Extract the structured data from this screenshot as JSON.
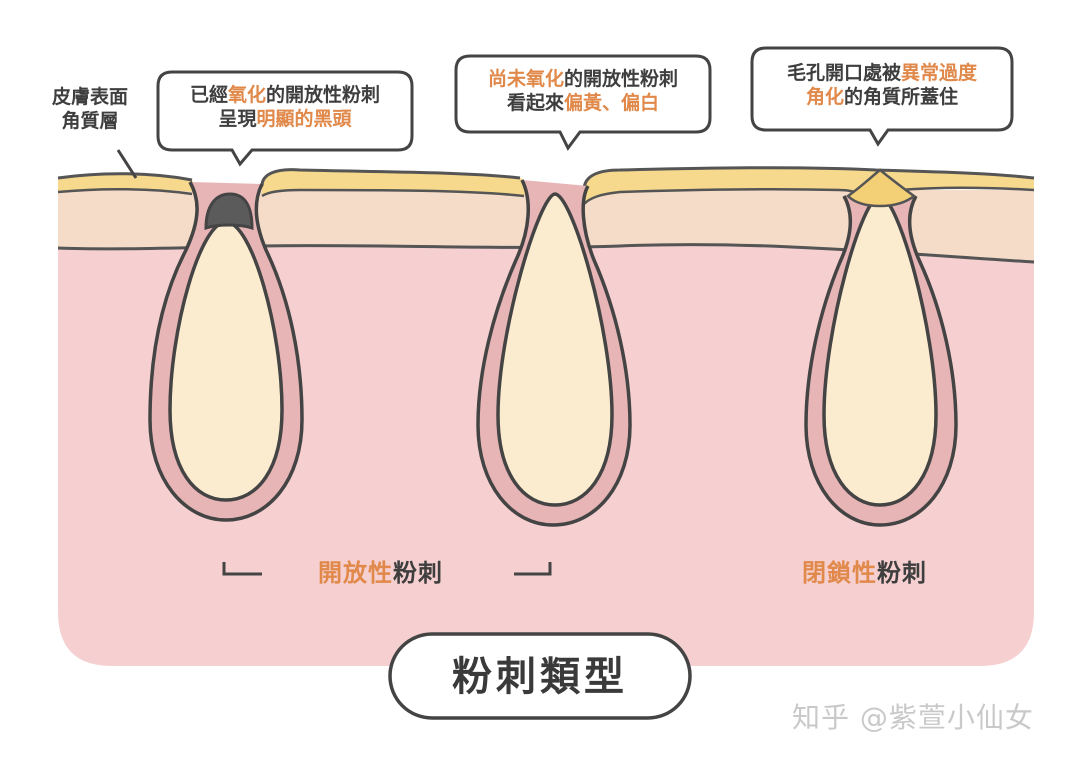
{
  "skin_surface_label": {
    "line1": "皮膚表面",
    "line2": "角質層"
  },
  "bubble_oxidized": {
    "l1_a": "已經",
    "l1_b": "氧化",
    "l1_c": "的開放性粉刺",
    "l2_a": "呈現",
    "l2_b": "明顯的黑頭"
  },
  "bubble_unoxidized": {
    "l1_a": "尚未氧化",
    "l1_b": "的開放性粉刺",
    "l2_a": "看起來",
    "l2_b": "偏黃、偏白"
  },
  "bubble_closed": {
    "l1_a": "毛孔開口處被",
    "l1_b": "異常過度",
    "l2_a": "角化",
    "l2_b": "的角質所蓋住"
  },
  "category_open": {
    "highlight": "開放性",
    "rest": "粉刺"
  },
  "category_closed": {
    "highlight": "閉鎖性",
    "rest": "粉刺"
  },
  "title": "粉刺類型",
  "watermark": "知乎 @紫萱小仙女",
  "colors": {
    "dermis": "#f6d0d0",
    "epidermis": "#f5dcc8",
    "stratum_corneum": "#f7d98d",
    "sebum": "#fbecd0",
    "follicle_wall": "#e7b5b5",
    "blackhead_plug": "#5b5b5b",
    "outline": "#444444",
    "highlight_text": "#e0894a"
  }
}
